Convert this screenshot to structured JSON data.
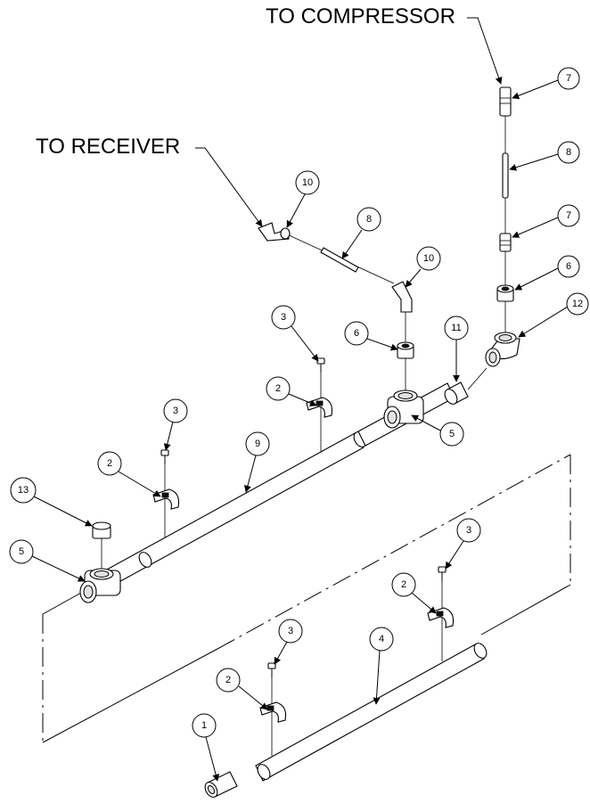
{
  "labels": {
    "to_compressor": "TO COMPRESSOR",
    "to_receiver": "TO RECEIVER"
  },
  "balloons": {
    "b7_top": "7",
    "b8_right": "8",
    "b7_lower": "7",
    "b6_right": "6",
    "b12": "12",
    "b10_top": "10",
    "b8_mid": "8",
    "b10_mid": "10",
    "b6_mid": "6",
    "b11": "11",
    "b3_upper": "3",
    "b2_upper": "2",
    "b5_tee": "5",
    "b3_left": "3",
    "b9": "9",
    "b2_left": "2",
    "b13": "13",
    "b5_left": "5",
    "b3_lower_right": "3",
    "b2_lower_right": "2",
    "b3_lower": "3",
    "b4": "4",
    "b2_lower": "2",
    "b1": "1"
  }
}
